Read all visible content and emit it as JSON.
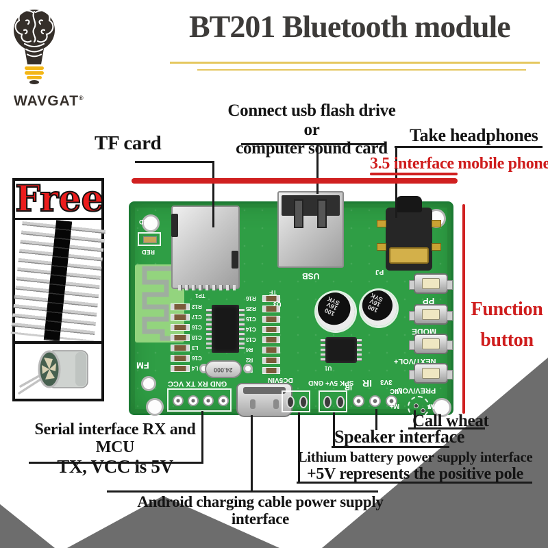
{
  "header": {
    "title": "BT201 Bluetooth module"
  },
  "brand": {
    "logo_text": "WAVGAT",
    "registered_mark": "®"
  },
  "promo": {
    "free_label": "Free"
  },
  "callouts": {
    "tf_card": "TF card",
    "usb_host_line1": "Connect usb flash drive or",
    "usb_host_line2": "computer sound card",
    "headphones": "Take headphones",
    "jack_35": "3.5 interface mobile phone",
    "function_line1": "Function",
    "function_line2": "button",
    "call_wheat": "Call wheat",
    "speaker": "Speaker interface",
    "lithium_line1": "Lithium battery power supply interface",
    "lithium_line2": "+5V represents the positive pole",
    "serial_line1": "Serial interface RX and MCU",
    "serial_line2": "TX, VCC is 5V",
    "android_power": "Android charging cable power supply interface"
  },
  "pcb": {
    "silk": {
      "red_top": "RED",
      "red_bottom": "RED",
      "fm": "FM",
      "usb": "USB",
      "tf": "TF",
      "tp1": "TP1",
      "u3": "U3",
      "u1": "U1",
      "pj": "PJ",
      "crystal": "24.000",
      "dc5vin": "DC5VIN",
      "power_pads": "SPK 5V+ GND",
      "serial_header": "GND RX TX VCC",
      "ir_small": "IR",
      "ir_large": "IR",
      "v33": "3V3",
      "mic": "MIC",
      "m_plus": "M+",
      "m_minus": "M-"
    },
    "capacitor": {
      "line1": "100",
      "line2": "16V",
      "line3": "SYK"
    },
    "button_labels": [
      "PP",
      "MODE",
      "NEXT/VOL+",
      "PREV/VOL-"
    ],
    "left_components": [
      "R12",
      "C17",
      "C16",
      "C18",
      "L3",
      "C16",
      "L4"
    ],
    "mid_components": [
      "R16",
      "R25",
      "C15",
      "C14",
      "C13",
      "R4",
      "R2",
      "R6"
    ]
  },
  "colors": {
    "accent_red": "#d02020",
    "pcb_green": "#2f9e45",
    "mountain_gray": "#6d6d6d",
    "gold_line": "#e5c75f"
  }
}
